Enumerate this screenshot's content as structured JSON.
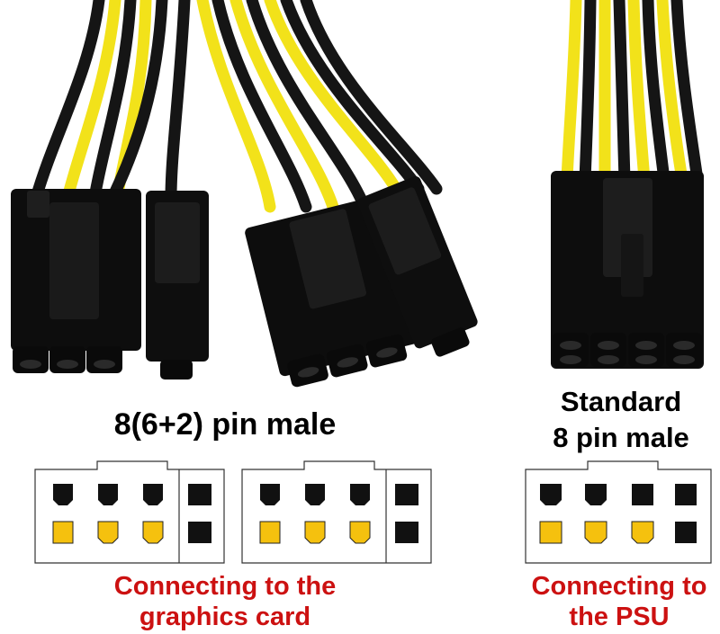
{
  "left_label": "8(6+2) pin male",
  "right_label_line1": "Standard",
  "right_label_line2": "8 pin male",
  "left_caption_line1": "Connecting to the",
  "left_caption_line2": "graphics card",
  "right_caption_line1": "Connecting to",
  "right_caption_line2": "the PSU",
  "colors": {
    "caption": "#cc1111",
    "pin_black": "#111111",
    "pin_yellow": "#f5c10e",
    "wire_yellow": "#f2e21a",
    "wire_black": "#151515"
  },
  "icons": [
    "connector-photo",
    "pinout-diagram"
  ]
}
